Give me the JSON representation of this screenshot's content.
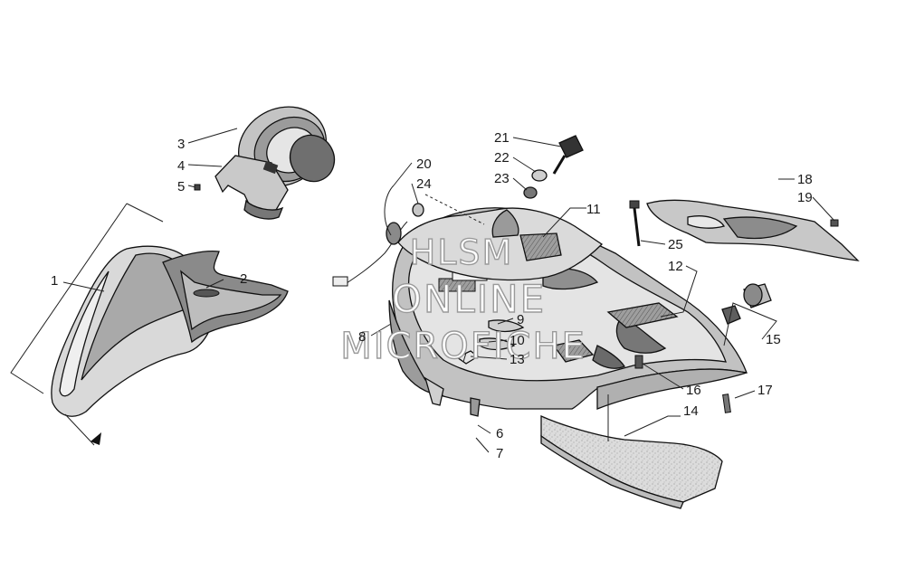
{
  "watermark": {
    "line1": "HLSM",
    "line2": "ONLINE",
    "line3": "MICROFICHE"
  },
  "callouts": [
    {
      "id": "1",
      "label": "1"
    },
    {
      "id": "2",
      "label": "2"
    },
    {
      "id": "3",
      "label": "3"
    },
    {
      "id": "4",
      "label": "4"
    },
    {
      "id": "5",
      "label": "5"
    },
    {
      "id": "6",
      "label": "6"
    },
    {
      "id": "7",
      "label": "7"
    },
    {
      "id": "8",
      "label": "8"
    },
    {
      "id": "9",
      "label": "9"
    },
    {
      "id": "10",
      "label": "10"
    },
    {
      "id": "11",
      "label": "11"
    },
    {
      "id": "12",
      "label": "12"
    },
    {
      "id": "13",
      "label": "13"
    },
    {
      "id": "14",
      "label": "14"
    },
    {
      "id": "15",
      "label": "15"
    },
    {
      "id": "16",
      "label": "16"
    },
    {
      "id": "17",
      "label": "17"
    },
    {
      "id": "18",
      "label": "18"
    },
    {
      "id": "19",
      "label": "19"
    },
    {
      "id": "20",
      "label": "20"
    },
    {
      "id": "21",
      "label": "21"
    },
    {
      "id": "22",
      "label": "22"
    },
    {
      "id": "23",
      "label": "23"
    },
    {
      "id": "24",
      "label": "24"
    },
    {
      "id": "25",
      "label": "25"
    }
  ],
  "colors": {
    "line": "#111111",
    "panel_fill": "#d6d6d6",
    "panel_dark": "#8c8c8c",
    "pad_fill": "#b8b8b8",
    "watermark_stroke": "#9a9a9a"
  }
}
